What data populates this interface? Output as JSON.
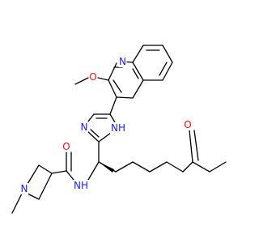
{
  "structure": {
    "colors": {
      "bond": "#000000",
      "nitrogen": "#1a1aff",
      "oxygen": "#ff0d0d"
    },
    "atoms": {
      "quinoline_n": {
        "label": "N",
        "element": "N"
      },
      "methoxy_o": {
        "label": "O",
        "element": "O"
      },
      "imidazole_n": {
        "label": "N",
        "element": "N"
      },
      "imidazole_nh": {
        "label": "NH",
        "element": "N"
      },
      "ketone_o": {
        "label": "O",
        "element": "O"
      },
      "amide_o": {
        "label": "O",
        "element": "O"
      },
      "amide_nh": {
        "label": "NH",
        "element": "N"
      },
      "azetidine_n": {
        "label": "N",
        "element": "N"
      }
    }
  }
}
